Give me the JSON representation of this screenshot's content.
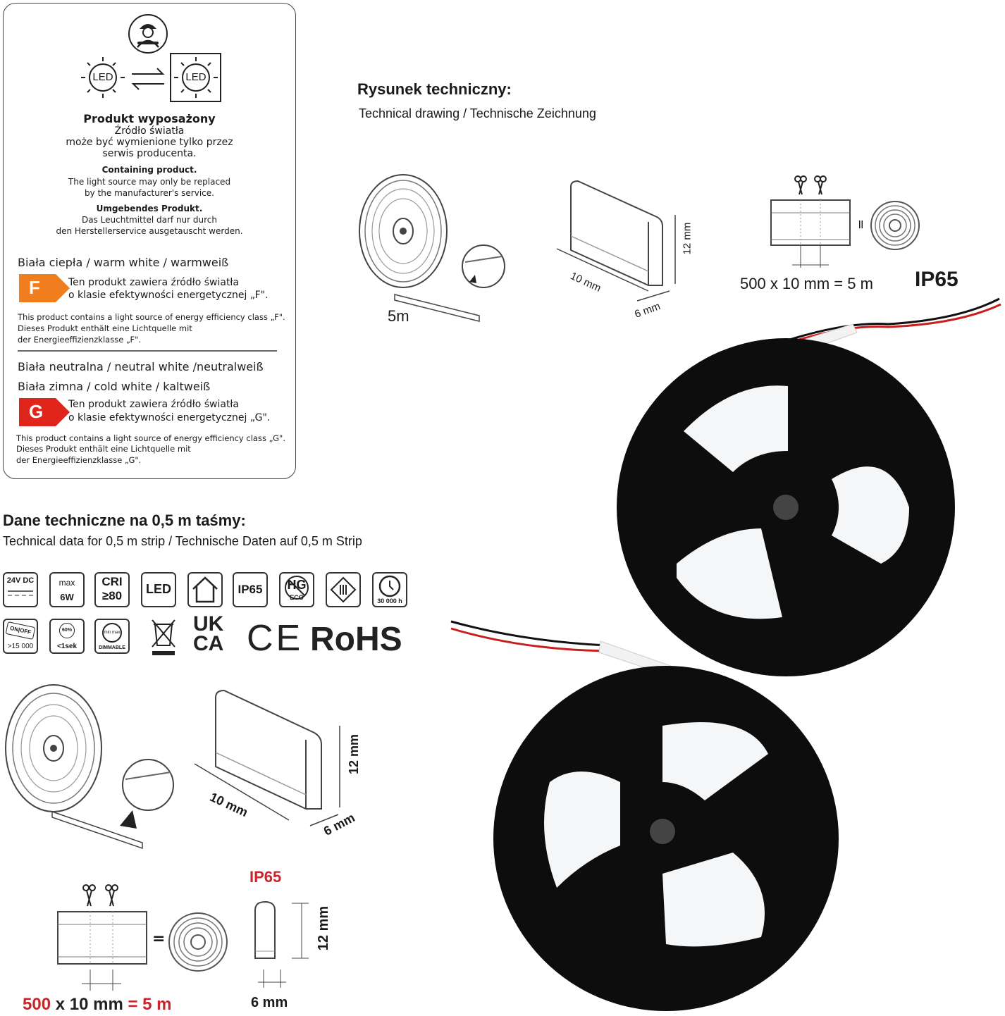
{
  "panel": {
    "led_left": "LED",
    "led_right": "LED",
    "title_pl": "Produkt wyposażony",
    "line_pl_1": "Źródło światła",
    "line_pl_2": "może być wymienione tylko przez",
    "line_pl_3": "serwis producenta.",
    "title_en": "Containing product.",
    "line_en_1": "The light source may only be replaced",
    "line_en_2": "by the manufacturer's service.",
    "title_de": "Umgebendes Produkt.",
    "line_de_1": "Das Leuchtmittel darf nur durch",
    "line_de_2": "den Herstellerservice ausgetauscht werden.",
    "warm_heading": "Biała ciepła / warm white / warmweiß",
    "class_f": "F",
    "f_text_1": "Ten produkt zawiera źródło światła",
    "f_text_2": "o klasie efektywności energetycznej „F\".",
    "f_small_1": "This product contains a light source of energy efficiency class „F\".",
    "f_small_2": "Dieses Produkt enthält eine Lichtquelle mit",
    "f_small_3": "der Energieeffizienzklasse „F\".",
    "neutral_heading": "Biała neutralna / neutral white /neutralweiß",
    "cold_heading": "Biała zimna / cold white / kaltweiß",
    "class_g": "G",
    "g_text_1": "Ten produkt zawiera źródło światła",
    "g_text_2": "o klasie efektywności energetycznej „G\".",
    "g_small_1": "This product contains a light source of energy efficiency class „G\".",
    "g_small_2": "Dieses Produkt enthält eine Lichtquelle mit",
    "g_small_3": "der Energieeffizienzklasse „G\"."
  },
  "drawing": {
    "title": "Rysunek techniczny:",
    "subtitle": "Technical drawing / Technische Zeichnung",
    "reel_length": "5m",
    "dim_12": "12 mm",
    "dim_10": "10 mm",
    "dim_6": "6 mm",
    "formula": "500 x 10 mm = 5 m",
    "equals": "=",
    "ip": "IP65"
  },
  "tech": {
    "title": "Dane techniczne na 0,5 m taśmy:",
    "subtitle": "Technical data for 0,5 m strip / Technische Daten auf 0,5 m Strip",
    "icons": {
      "voltage": "24V DC",
      "max_label": "max",
      "power": "6W",
      "cri_label": "CRI",
      "cri_value": "≥80",
      "led": "LED",
      "ip": "IP65",
      "hg": "HG",
      "eco": "ECO",
      "lifetime": "30 000 h",
      "switch_on": "ON",
      "switch_off": "OFF",
      "cycles": ">15 000",
      "warmup_pct": "60%",
      "warmup": "<1sek",
      "dim_min": "min",
      "dim_max": "max",
      "dimmable": "DIMMABLE",
      "ukca_1": "UK",
      "ukca_2": "CA",
      "ce": "CE",
      "rohs": "RoHS"
    }
  },
  "lower": {
    "dim_12": "12 mm",
    "dim_10": "10 mm",
    "dim_6": "6 mm",
    "ip": "IP65",
    "equals": "=",
    "profile_h": "12 mm",
    "profile_w": "6 mm",
    "f_500": "500",
    "f_x": "x",
    "f_10": "10 mm",
    "f_eq": "=",
    "f_5": "5 m"
  },
  "colors": {
    "class_f": "#f07d1e",
    "class_g": "#e0261c",
    "accent_red": "#c8262c",
    "reel": "#0d0d0d",
    "led_glow": "#f4f6f8"
  }
}
